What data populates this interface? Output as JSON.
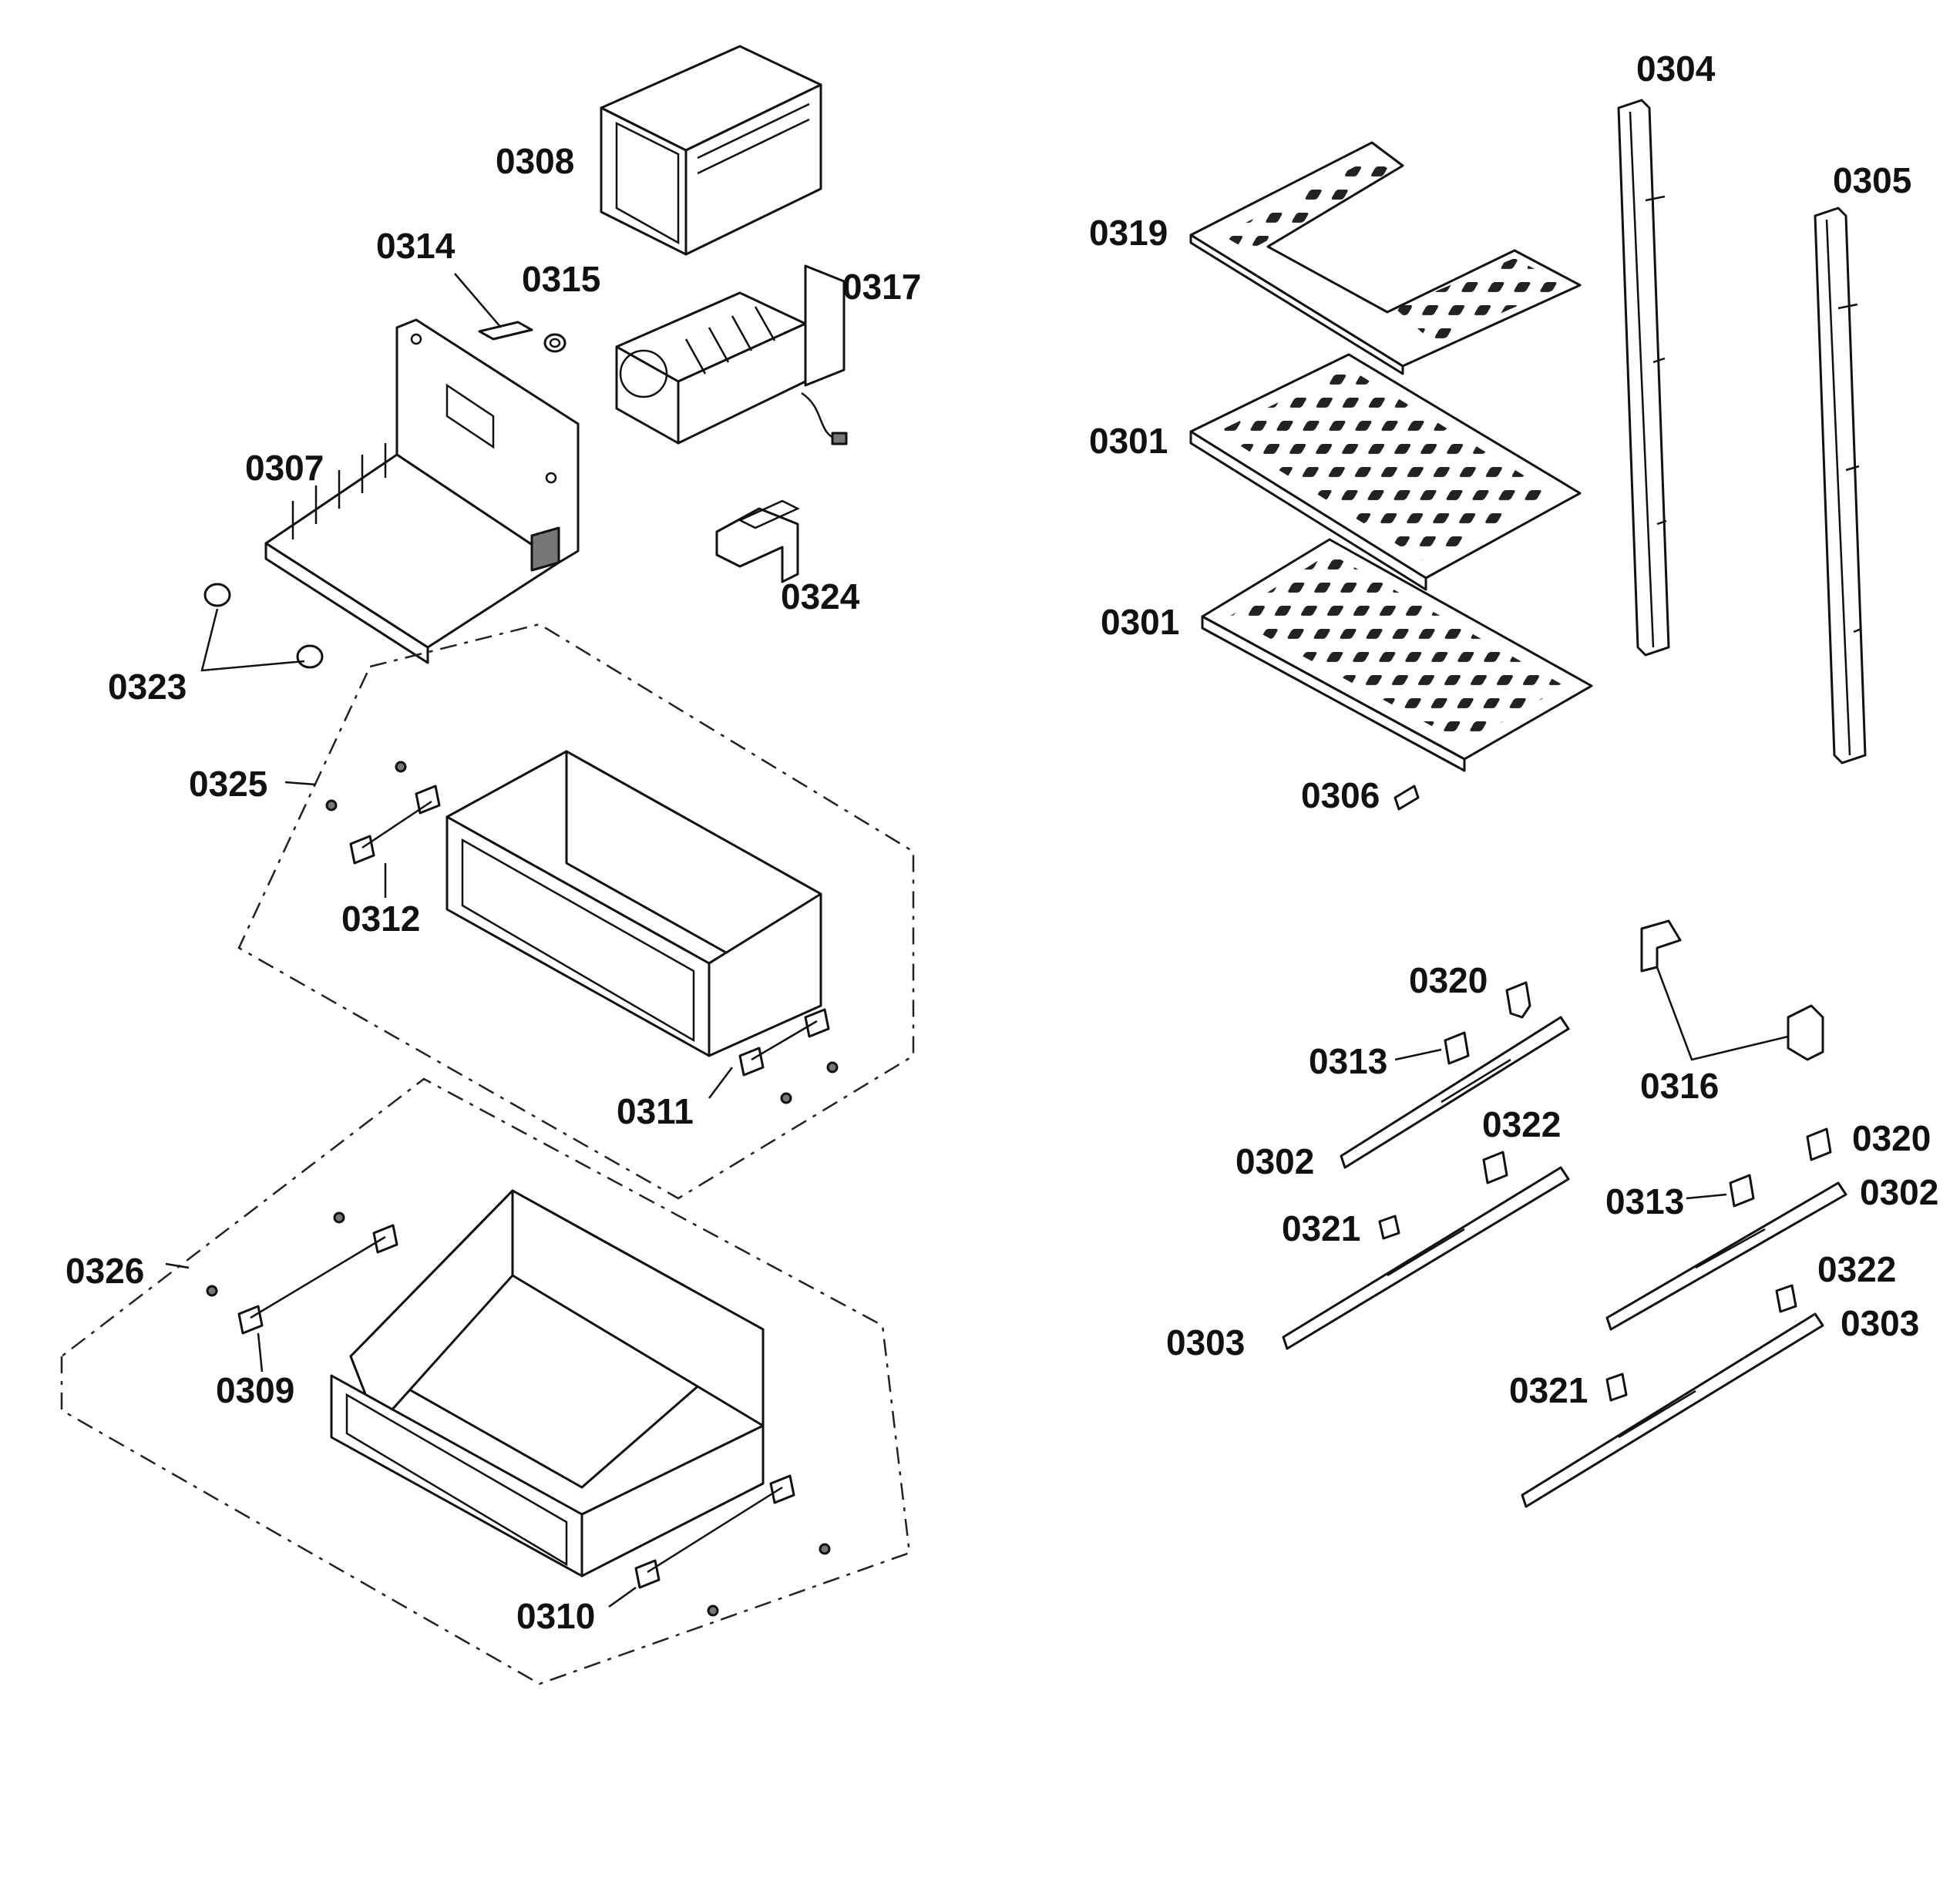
{
  "labels": {
    "l0308": "0308",
    "l0314": "0314",
    "l0315": "0315",
    "l0317": "0317",
    "l0307": "0307",
    "l0324": "0324",
    "l0323": "0323",
    "l0325": "0325",
    "l0312": "0312",
    "l0311": "0311",
    "l0326": "0326",
    "l0309": "0309",
    "l0310": "0310",
    "l0304": "0304",
    "l0305": "0305",
    "l0319": "0319",
    "l0301a": "0301",
    "l0301b": "0301",
    "l0306": "0306",
    "l0320a": "0320",
    "l0313a": "0313",
    "l0302a": "0302",
    "l0322a": "0322",
    "l0321a": "0321",
    "l0303a": "0303",
    "l0316": "0316",
    "l0320b": "0320",
    "l0313b": "0313",
    "l0302b": "0302",
    "l0322b": "0322",
    "l0303b": "0303",
    "l0321b": "0321"
  }
}
